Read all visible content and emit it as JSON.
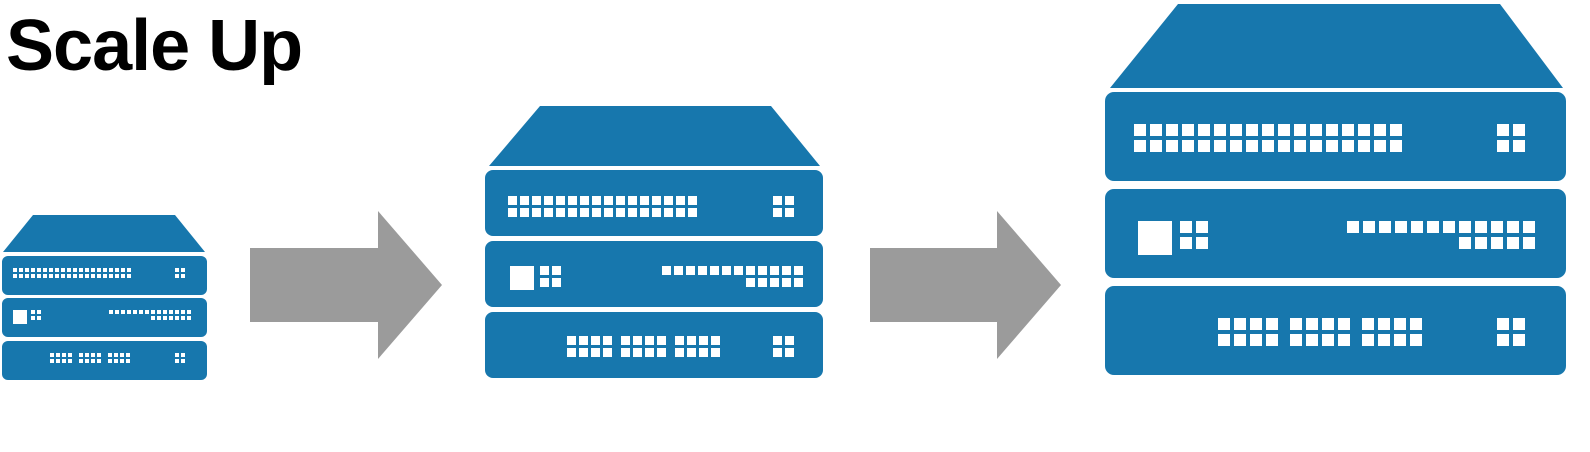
{
  "title": "Scale Up",
  "colors": {
    "server": "#1777ad",
    "arrow": "#9b9b9b",
    "port": "#ffffff",
    "background": "#ffffff"
  },
  "diagram": {
    "stages": [
      {
        "name": "small-server",
        "units": 3
      },
      {
        "name": "medium-server",
        "units": 3
      },
      {
        "name": "large-server",
        "units": 3
      }
    ],
    "arrows": 2
  }
}
